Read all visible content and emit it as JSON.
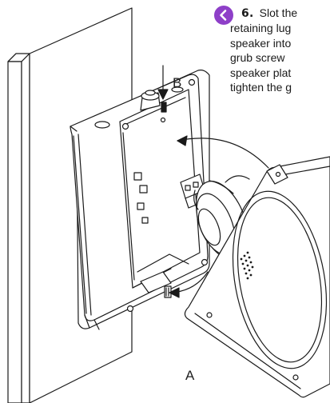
{
  "nav": {
    "back_icon": "chevron-left-icon",
    "accent_color": "#8e3fc8"
  },
  "step": {
    "number": "6.",
    "lines": [
      "Slot the",
      "retaining lug",
      "speaker into",
      "grub screw",
      "speaker plat",
      "tighten the g"
    ]
  },
  "callouts": {
    "a": "A",
    "b": "B"
  }
}
